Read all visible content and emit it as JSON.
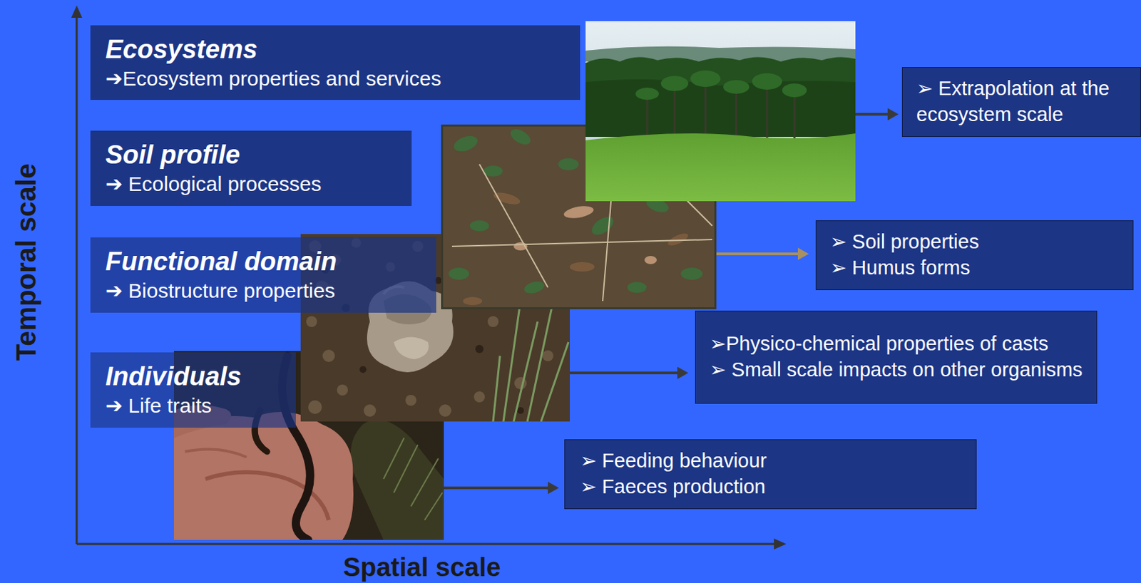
{
  "diagram": {
    "nodes": [
      {
        "text": [
          "Ecosystems",
          "➔Ecosystem properties and services"
        ]
      },
      {
        "text": [
          "Soil profile",
          "➔ Ecological processes"
        ]
      },
      {
        "text": [
          "Functional domain",
          "➔ Biostructure properties"
        ]
      },
      {
        "text": [
          "Individuals",
          "➔ Life traits"
        ]
      },
      {
        "text": [
          "➢ Extrapolation at the ecosystem scale"
        ]
      },
      {
        "text": [
          "➢ Soil properties",
          "➢ Humus forms"
        ]
      },
      {
        "text": [
          "➢Physico-chemical properties of casts",
          "➢ Small scale impacts on other organisms"
        ]
      },
      {
        "text": [
          "➢ Feeding behaviour",
          "➢ Faeces production"
        ]
      }
    ],
    "labels": [
      "Temporal scale",
      "Spatial scale"
    ]
  }
}
